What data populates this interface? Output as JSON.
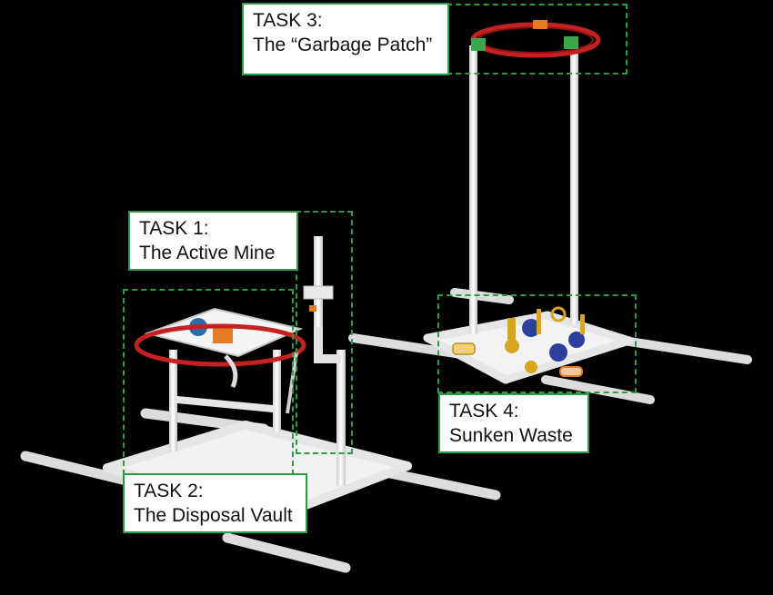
{
  "tasks": [
    {
      "line1": "TASK 3:",
      "line2": "The “Garbage Patch”"
    },
    {
      "line1": "TASK 1:",
      "line2": "The Active Mine"
    },
    {
      "line1": "TASK 4:",
      "line2": "Sunken Waste"
    },
    {
      "line1": "TASK 2:",
      "line2": "The Disposal Vault"
    }
  ],
  "colors": {
    "background": "#000000",
    "outline": "#2e9b44",
    "pipe": "#e9e9e9",
    "ring": "#c42222",
    "gold": "#d9a520",
    "blue": "#2d3f9e",
    "orange": "#e37b22"
  }
}
